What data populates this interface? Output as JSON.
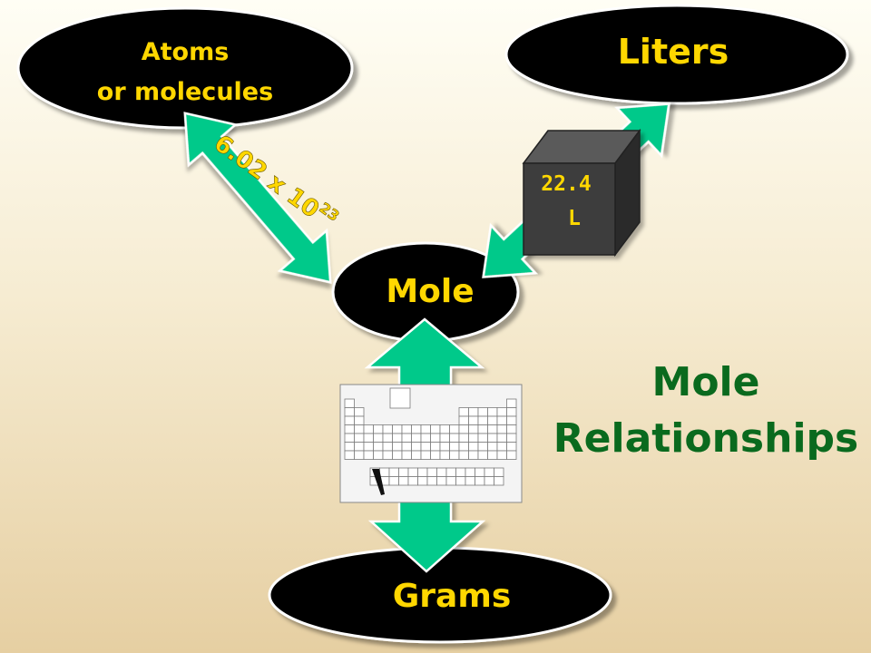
{
  "nodes": {
    "atoms": {
      "line1": "Atoms",
      "line2": "or molecules"
    },
    "liters": {
      "label": "Liters"
    },
    "mole": {
      "label": "Mole"
    },
    "grams": {
      "label": "Grams"
    }
  },
  "arrows": {
    "avogadro": {
      "base": "6.02 x 10",
      "exponent": "23"
    },
    "volume": {
      "line1": "22.4",
      "line2": "L"
    }
  },
  "title": {
    "line1": "Mole",
    "line2": "Relationships"
  },
  "colors": {
    "arrow": "#00c98a",
    "node": "#000000",
    "node_text": "#ffd700",
    "title": "#0a6a1e",
    "cube": "#3c3c3c"
  }
}
